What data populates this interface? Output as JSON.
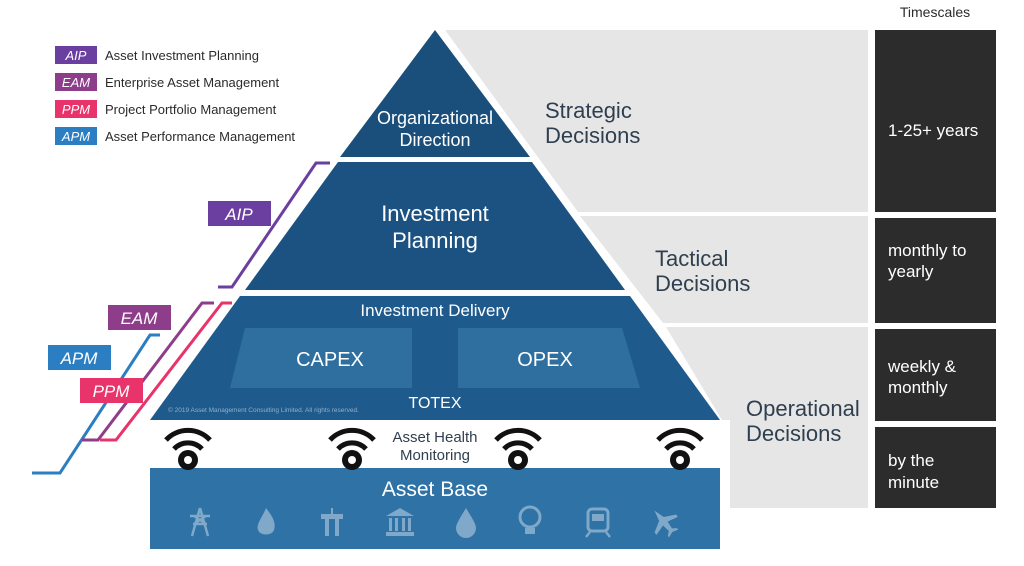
{
  "colors": {
    "aip": "#6b3fa0",
    "eam": "#8e3d8a",
    "ppm": "#e8336b",
    "apm": "#2a7ec1",
    "pyramid_dark": "#1a4f7c",
    "pyramid_mid": "#1f5a8c",
    "asset_base": "#2e72a6",
    "grey_band": "#e6e6e6",
    "timescale_box": "#2c2c2c"
  },
  "legend": [
    {
      "abbr": "AIP",
      "label": "Asset Investment Planning",
      "color_key": "aip"
    },
    {
      "abbr": "EAM",
      "label": "Enterprise Asset Management",
      "color_key": "eam"
    },
    {
      "abbr": "PPM",
      "label": "Project Portfolio Management",
      "color_key": "ppm"
    },
    {
      "abbr": "APM",
      "label": "Asset Performance Management",
      "color_key": "apm"
    }
  ],
  "brackets": {
    "aip": "AIP",
    "eam": "EAM",
    "apm": "APM",
    "ppm": "PPM"
  },
  "pyramid": {
    "top_line1": "Organizational",
    "top_line2": "Direction",
    "mid_line1": "Investment",
    "mid_line2": "Planning",
    "delivery_title": "Investment Delivery",
    "capex": "CAPEX",
    "opex": "OPEX",
    "totex": "TOTEX",
    "copyright": "© 2019 Asset Management Consulting Limited. All rights reserved.",
    "monitoring_line1": "Asset Health",
    "monitoring_line2": "Monitoring",
    "asset_base": "Asset Base"
  },
  "asset_icons": [
    "pylon-icon",
    "flame-icon",
    "highway-icon",
    "bank-icon",
    "water-drop-icon",
    "lightbulb-icon",
    "train-icon",
    "airplane-icon"
  ],
  "decisions": {
    "strategic_line1": "Strategic",
    "strategic_line2": "Decisions",
    "tactical_line1": "Tactical",
    "tactical_line2": "Decisions",
    "operational_line1": "Operational",
    "operational_line2": "Decisions"
  },
  "timescales": {
    "header": "Timescales",
    "items": [
      {
        "line1": "1-25+ years",
        "line2": ""
      },
      {
        "line1": "monthly to",
        "line2": "yearly"
      },
      {
        "line1": "weekly &",
        "line2": "monthly"
      },
      {
        "line1": "by the",
        "line2": "minute"
      }
    ]
  }
}
